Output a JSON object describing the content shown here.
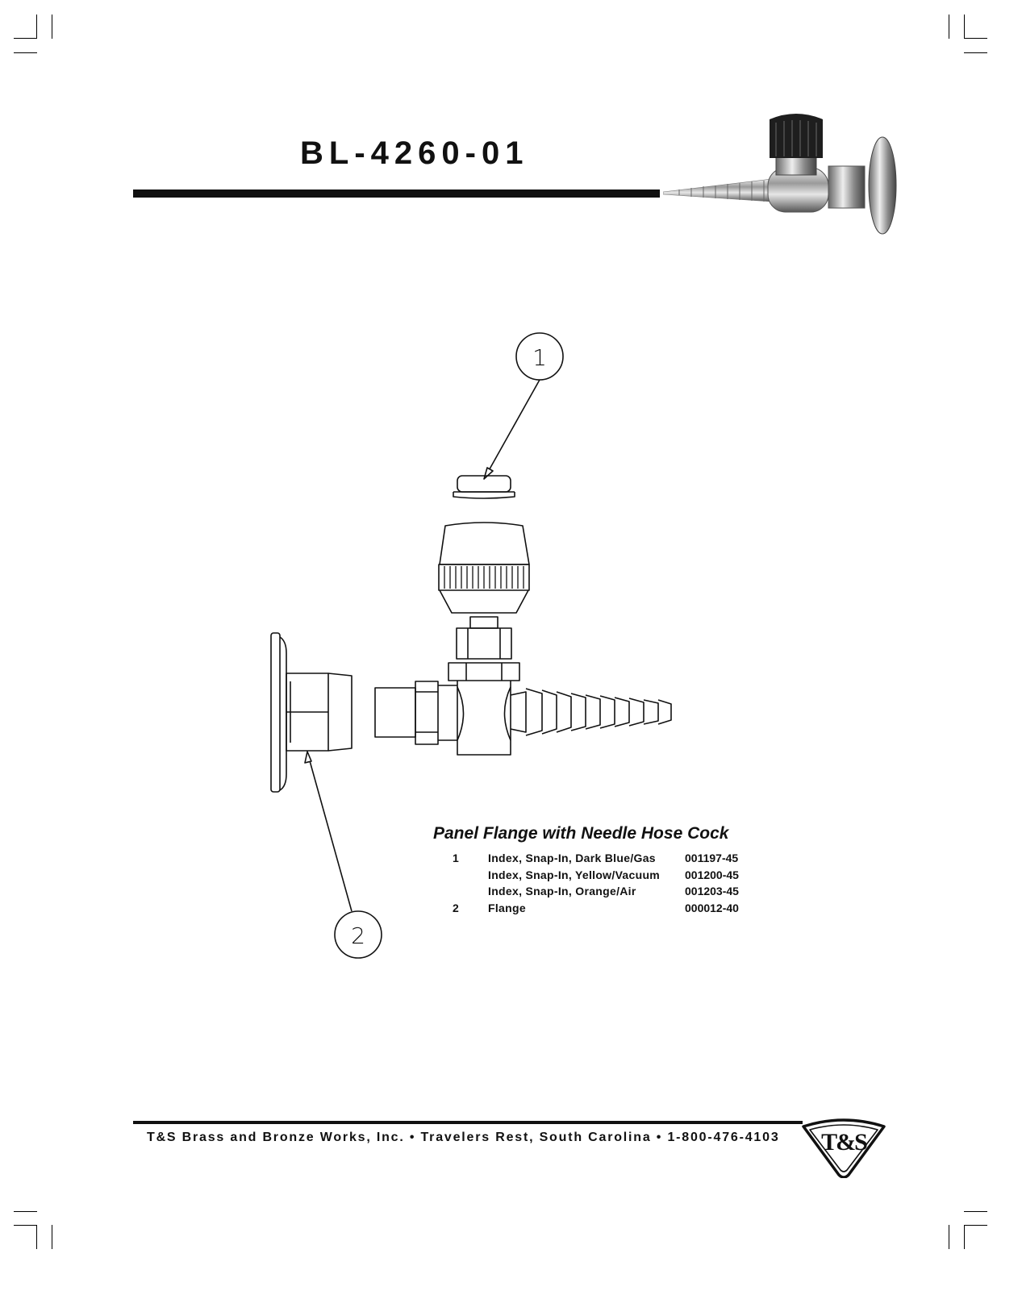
{
  "header": {
    "model_number": "BL-4260-01"
  },
  "drawing": {
    "callouts": [
      {
        "label": "1"
      },
      {
        "label": "2"
      }
    ]
  },
  "parts": {
    "title": "Panel Flange with Needle Hose Cock",
    "rows": [
      {
        "item": "1",
        "description": "Index, Snap-In, Dark Blue/Gas",
        "part_number": "001197-45"
      },
      {
        "item": "",
        "description": "Index, Snap-In, Yellow/Vacuum",
        "part_number": "001200-45"
      },
      {
        "item": "",
        "description": "Index, Snap-In, Orange/Air",
        "part_number": "001203-45"
      },
      {
        "item": "2",
        "description": "Flange",
        "part_number": "000012-40"
      }
    ]
  },
  "footer": {
    "company_line": "T&S Brass and Bronze Works, Inc. • Travelers Rest, South Carolina • 1-800-476-4103",
    "logo_text": "T&S"
  }
}
